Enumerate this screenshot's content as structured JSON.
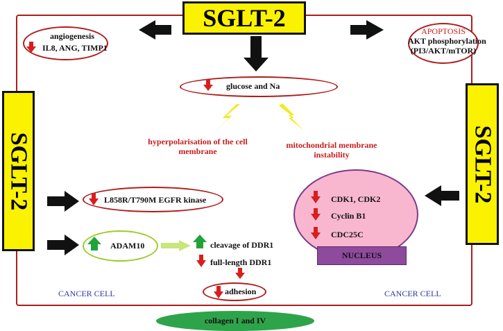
{
  "diagram": {
    "sglt_label": "SGLT-2",
    "angiogenesis": {
      "title": "angiogenesis",
      "markers": "IL8, ANG, TIMP1"
    },
    "apoptosis": {
      "title": "APOPTOSIS",
      "line1": "AKT phosphorylation",
      "line2": "(PI3/AKT/mTOR)"
    },
    "glucose": "glucose and Na",
    "hyperpolarisation": {
      "line1": "hyperpolarisation of the cell",
      "line2": "membrane"
    },
    "mitochondrial": {
      "line1": "mitochondrial membrane",
      "line2": "instability"
    },
    "egfr": "L858R/T790M EGFR kinase",
    "adam10": "ADAM10",
    "cleavage": "cleavage of DDR1",
    "full_length": "full-length DDR1",
    "adhesion": "adhesion",
    "nucleus": {
      "items": [
        "CDK1, CDK2",
        "Cyclin B1",
        "CDC25C"
      ],
      "label": "NUCLEUS"
    },
    "cancer_cell_left": "CANCER CELL",
    "cancer_cell_right": "CANCER CELL",
    "collagen": "collagen I and IV"
  },
  "colors": {
    "membrane": "#b01c1c",
    "sglt_box": "#fbf201",
    "arrow_down": "#d81e1e",
    "arrow_up": "#21a33a",
    "lightning": "#f2ea1a",
    "nucleus": "#f8b7cf",
    "nucleus_base": "#8e4a9c",
    "collagen": "#2ea44a"
  }
}
